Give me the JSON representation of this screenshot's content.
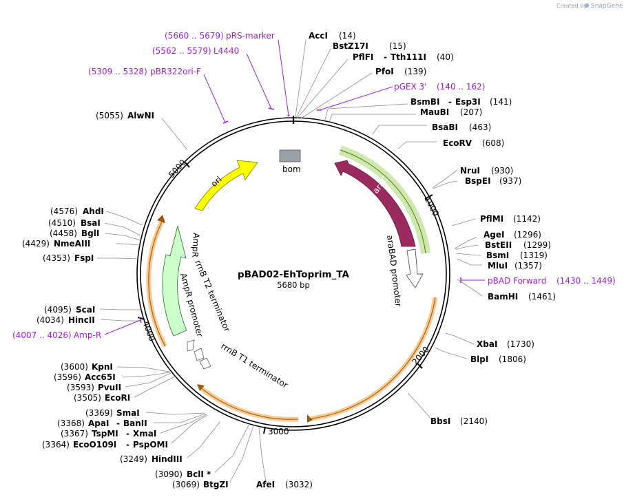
{
  "watermark": {
    "created_by": "Created by",
    "brand": "SnapGene"
  },
  "plasmid": {
    "name": "pBAD02-EhToprim_TA",
    "size_label": "5680 bp"
  },
  "ticks": [
    "1000",
    "2000",
    "3000",
    "4000",
    "5000"
  ],
  "features": {
    "bom": "bom",
    "araC": "araC",
    "araBAD_promoter": "araBAD promoter",
    "ori": "ori",
    "AmpR": "AmpR",
    "AmpR_promoter": "AmpR promoter",
    "rrnB_T2": "rrnB T2 terminator",
    "rrnB_T1": "rrnB T1 terminator"
  },
  "sites": [
    {
      "name": "AccI",
      "pos": "(14)"
    },
    {
      "name": "BstZ17I",
      "pos": "(15)"
    },
    {
      "name": "PflFI",
      "name2": "Tth111I",
      "pos": "(40)"
    },
    {
      "name": "PfoI",
      "pos": "(139)"
    },
    {
      "name": "BsmBI",
      "name2": "Esp3I",
      "pos": "(141)"
    },
    {
      "name": "MauBI",
      "pos": "(207)"
    },
    {
      "name": "BsaBI",
      "pos": "(463)"
    },
    {
      "name": "EcoRV",
      "pos": "(608)"
    },
    {
      "name": "NruI",
      "pos": "(930)"
    },
    {
      "name": "BspEI",
      "pos": "(937)"
    },
    {
      "name": "PflMI",
      "pos": "(1142)"
    },
    {
      "name": "AgeI",
      "pos": "(1296)"
    },
    {
      "name": "BstEII",
      "pos": "(1299)"
    },
    {
      "name": "BsmI",
      "pos": "(1319)"
    },
    {
      "name": "MluI",
      "pos": "(1357)"
    },
    {
      "name": "BamHI",
      "pos": "(1461)"
    },
    {
      "name": "XbaI",
      "pos": "(1730)"
    },
    {
      "name": "BlpI",
      "pos": "(1806)"
    },
    {
      "name": "BbsI",
      "pos": "(2140)"
    },
    {
      "name": "AfeI",
      "pos": "(3032)"
    },
    {
      "name": "BtgZI",
      "pos": "(3069)"
    },
    {
      "name": "BclI *",
      "pos": "(3090)"
    },
    {
      "name": "HindIII",
      "pos": "(3249)"
    },
    {
      "name": "EcoO109I",
      "name2": "PspOMI",
      "pos": "(3364)"
    },
    {
      "name": "TspMI",
      "name2": "XmaI",
      "pos": "(3367)"
    },
    {
      "name": "ApaI",
      "name2": "BanII",
      "pos": "(3368)"
    },
    {
      "name": "SmaI",
      "pos": "(3369)"
    },
    {
      "name": "EcoRI",
      "pos": "(3505)"
    },
    {
      "name": "PvuII",
      "pos": "(3593)"
    },
    {
      "name": "Acc65I",
      "pos": "(3596)"
    },
    {
      "name": "KpnI",
      "pos": "(3600)"
    },
    {
      "name": "HincII",
      "pos": "(4034)"
    },
    {
      "name": "ScaI",
      "pos": "(4095)"
    },
    {
      "name": "FspI",
      "pos": "(4353)"
    },
    {
      "name": "NmeAIII",
      "pos": "(4429)"
    },
    {
      "name": "BglI",
      "pos": "(4458)"
    },
    {
      "name": "BsaI",
      "pos": "(4510)"
    },
    {
      "name": "AhdI",
      "pos": "(4576)"
    },
    {
      "name": "AlwNI",
      "pos": "(5055)"
    }
  ],
  "primers": [
    {
      "range": "(5660 .. 5679)",
      "name": "pRS-marker"
    },
    {
      "range": "(5562 .. 5579)",
      "name": "L4440"
    },
    {
      "range": "(5309 .. 5328)",
      "name": "pBR322ori-F"
    },
    {
      "range": "(140 .. 162)",
      "name": "pGEX 3'"
    },
    {
      "range": "(1430 .. 1449)",
      "name": "pBAD Forward"
    },
    {
      "range": "(4007 .. 4026)",
      "name": "Amp-R"
    }
  ],
  "colors": {
    "araC": "#9c2a5e",
    "araC_glow": "#a6d66b",
    "ori": "#ffff00",
    "AmpR": "#ccffcc",
    "bom": "#9aa1a8",
    "orange_glow": "#f2a94a",
    "primer": "#9b1fd6"
  }
}
